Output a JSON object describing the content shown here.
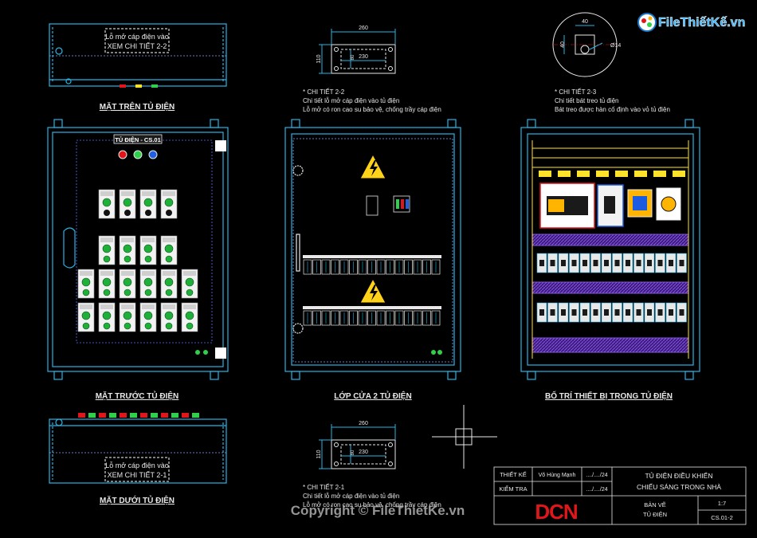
{
  "logo": {
    "text": "FileThiếtKế.vn"
  },
  "views": {
    "top_title": "MẶT TRÊN TỦ ĐIỆN",
    "front_title": "MẶT TRƯỚC TỦ ĐIỆN",
    "door2_title": "LỚP CỬA 2 TỦ ĐIỆN",
    "layout_title": "BỐ TRÍ THIẾT BỊ TRONG TỦ ĐIỆN",
    "bottom_title": "MẶT DƯỚI TỦ ĐIỆN"
  },
  "top_note": {
    "line1": "Lỗ mở cáp điện vào",
    "line2": "XEM CHI TIẾT 2-2"
  },
  "bottom_note": {
    "line1": "Lỗ mở cáp điện vào",
    "line2": "XEM CHI TIẾT 2-1"
  },
  "cabinet_label": "TỦ ĐIỆN - CS.01",
  "detail_22": {
    "dim_w": "260",
    "dim_inner": "230",
    "dim_h": "110",
    "dim_h2": "80",
    "title": "* CHI TIẾT 2-2",
    "line1": "Chi tiết lỗ mở cáp điện vào tủ điện",
    "line2": "Lỗ mở có ron cao su bảo vệ, chống trầy cáp điện"
  },
  "detail_23": {
    "dim_w": "40",
    "dim_h": "40",
    "dim_d": "Ø14",
    "title": "* CHI TIẾT 2-3",
    "line1": "Chi tiết bát treo tủ điện",
    "line2": "Bát treo được hàn cố định vào vỏ tủ điện"
  },
  "detail_21": {
    "dim_w": "260",
    "dim_inner": "230",
    "dim_h": "110",
    "dim_h2": "80",
    "title": "* CHI TIẾT 2-1",
    "line1": "Chi tiết lỗ mở cáp điện vào tủ điện",
    "line2": "Lỗ mở có ron cao su bảo vệ, chống trầy cáp điện"
  },
  "title_block": {
    "designer_label": "THIẾT KẾ",
    "designer_name": "Võ Hùng Mạnh",
    "designer_date": "..../..../24",
    "checker_label": "KIỂM TRA",
    "checker_date": "..../..../24",
    "project_line1": "TỦ ĐIỆN ĐIỀU KHIỂN",
    "project_line2": "CHIẾU SÁNG TRONG NHÀ",
    "drawing_label1": "BẢN VẼ",
    "drawing_label2": "TỦ ĐIỆN",
    "scale": "1:7",
    "sheet": "CS.01-2",
    "company_logo": "DCN"
  },
  "watermark": "Copyright © FileThietKe.vn",
  "colors": {
    "background": "#000000",
    "panel_outline": "#28b4e6",
    "text": "#e8e8e8",
    "hatch": "#7a3fd6",
    "highlight": "#ffe32a",
    "accent_red": "#e0161b",
    "logo_blue": "#1a76c8"
  }
}
